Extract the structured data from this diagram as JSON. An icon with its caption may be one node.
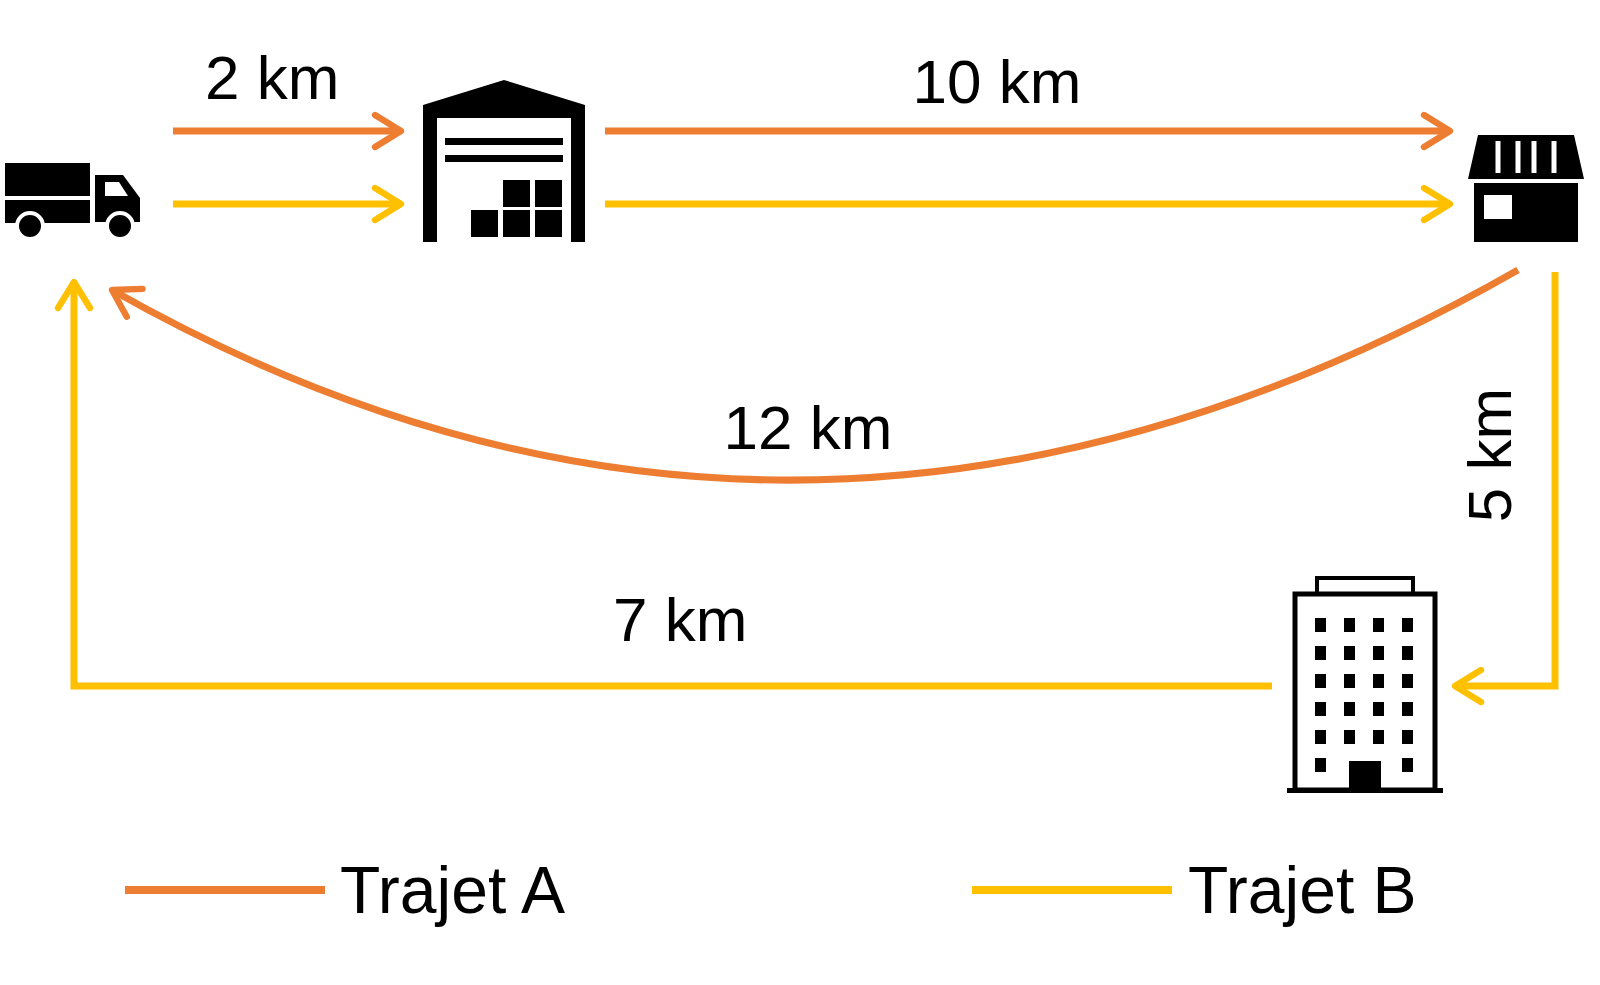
{
  "diagram": {
    "nodes": [
      {
        "text": [],
        "shape": "truck"
      },
      {
        "text": [],
        "shape": "warehouse"
      },
      {
        "text": [],
        "shape": "shop"
      },
      {
        "text": [],
        "shape": "building"
      }
    ],
    "edges": [
      {
        "from": 0,
        "to": 1,
        "arrow": "to",
        "label": "2 km",
        "color": "#ed7d31"
      },
      {
        "from": 0,
        "to": 1,
        "arrow": "to"
      },
      {
        "from": 1,
        "to": 2,
        "arrow": "to",
        "label": "10 km",
        "color": "#ed7d31"
      },
      {
        "from": 1,
        "to": 2,
        "arrow": "to"
      },
      {
        "from": 2,
        "to": 0,
        "arrow": "to",
        "label": "12 km",
        "color": "#ed7d31"
      },
      {
        "from": 2,
        "to": 3,
        "arrow": "to",
        "label": "5 km"
      },
      {
        "from": 3,
        "to": 0,
        "arrow": "to",
        "label": "7 km"
      }
    ],
    "legend": [
      {
        "text": "Trajet A",
        "color": "#ed7d31"
      },
      {
        "text": "Trajet B",
        "color": "#ffc000"
      }
    ]
  }
}
